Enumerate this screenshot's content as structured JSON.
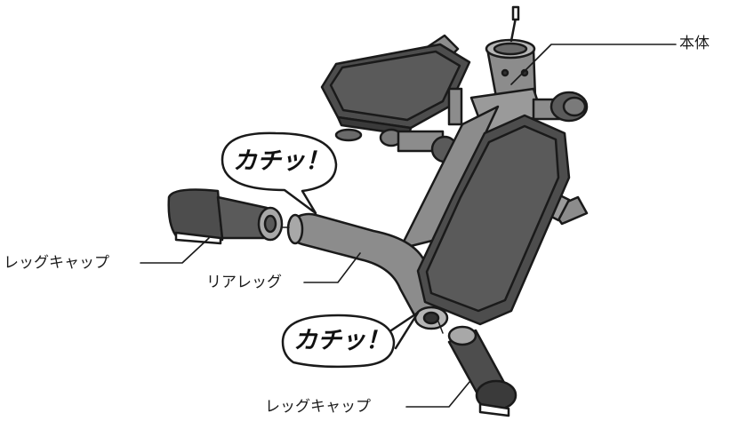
{
  "labels": {
    "main_body": "本体",
    "rear_leg": "リアレッグ",
    "leg_cap_left": "レッグキャップ",
    "leg_cap_bottom": "レッグキャップ"
  },
  "callouts": {
    "click_upper": "カチッ！",
    "click_lower": "カチッ！"
  },
  "colors": {
    "outline": "#1a1a1a",
    "frame_gray": "#8c8c8c",
    "pedal_dark": "#4d4d4d",
    "cap_dark": "#5a5a5a",
    "light_gray": "#b5b5b5"
  }
}
